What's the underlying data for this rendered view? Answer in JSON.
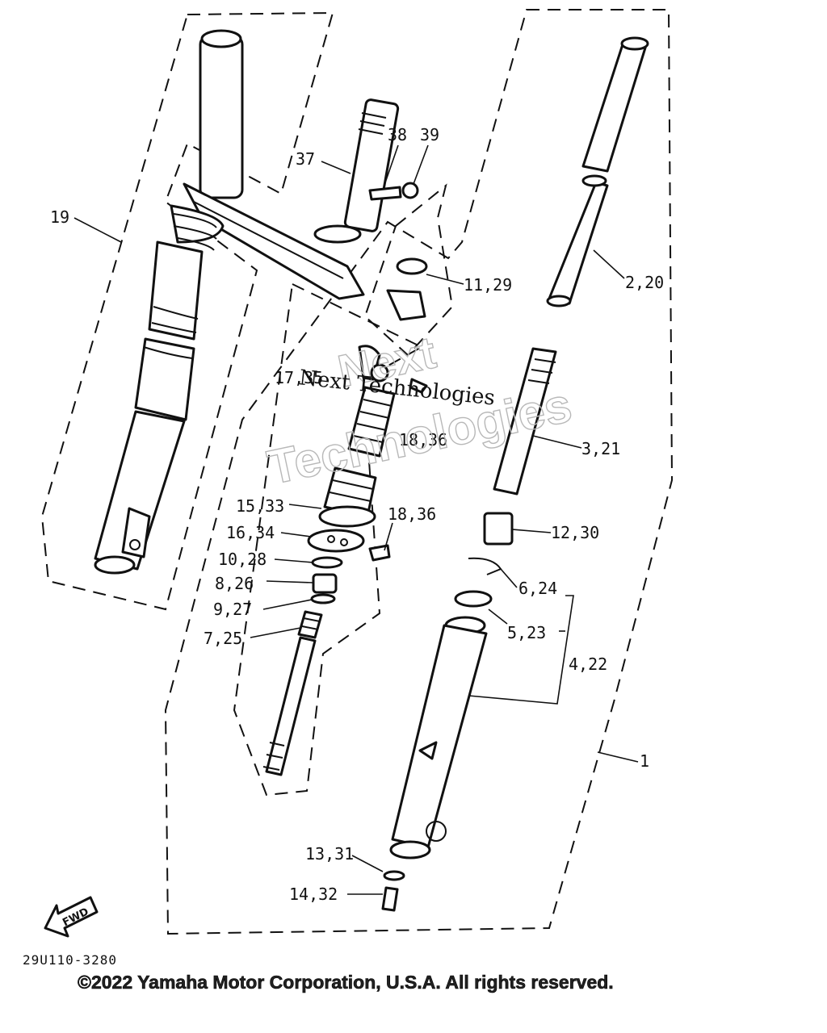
{
  "labels": {
    "l19": "19",
    "l37": "37",
    "l38": "38",
    "l39": "39",
    "l1129": "11,29",
    "l220": "2,20",
    "l1735": "17,35",
    "l1836a": "18,36",
    "l321": "3,21",
    "l1533": "15,33",
    "l1634": "16,34",
    "l1836b": "18,36",
    "l1230": "12,30",
    "l1028": "10,28",
    "l826": "8,26",
    "l927": "9,27",
    "l624": "6,24",
    "l523": "5,23",
    "l725": "7,25",
    "l422": "4,22",
    "l1": "1",
    "l1331": "13,31",
    "l1432": "14,32"
  },
  "fwd": "FWD",
  "watermark": {
    "line1": "Next",
    "line2": "Technologies",
    "line3": "Next Technologies"
  },
  "drawing_code": "29U110-3280",
  "copyright": "©2022 Yamaha Motor Corporation, U.S.A. All rights reserved."
}
